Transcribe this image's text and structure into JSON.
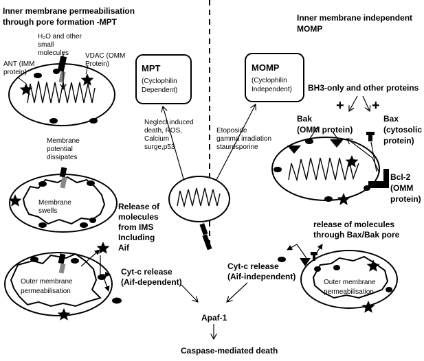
{
  "left_title": [
    "Inner membrane permeabilisation",
    "through pore formation -MPT"
  ],
  "right_title": [
    "Inner membrane independent",
    "MOMP"
  ],
  "ant_label": [
    "ANT (IMM",
    "protein)"
  ],
  "h2o_label": [
    "H₂O and other",
    "small",
    "molecules"
  ],
  "vdac_label": [
    "VDAC (OMM",
    "Protein)"
  ],
  "mpt_box": [
    "MPT",
    "(Cyclophilin",
    "Dependent)"
  ],
  "momp_box": [
    "MOMP",
    "(Cyclophilin",
    "Independent)"
  ],
  "mpt_triggers": [
    "Neglect induced",
    "death, ROS,",
    "Calcium",
    "surge,p53"
  ],
  "momp_triggers": [
    "Etoposide",
    "gamma irradiation",
    "staurosporine"
  ],
  "membrane_potential": [
    "Membrane",
    "potential",
    "dissipates"
  ],
  "membrane_swells": [
    "Membrane",
    "swells"
  ],
  "release_ims": [
    "Release of",
    "molecules",
    "from IMS",
    "Including",
    "Aif"
  ],
  "outer_perm_left": [
    "Outer membrane",
    "permeabilisation"
  ],
  "cytc_left": [
    "Cyt-c release",
    "(Aif-dependent)"
  ],
  "cytc_right": [
    "Cyt-c release",
    "(Aif-independent)"
  ],
  "bh3": "BH3-only and other proteins",
  "plus": "+",
  "bak": [
    "Bak",
    "(OMM protein)"
  ],
  "bax": [
    "Bax",
    "(cytosolic",
    "protein)"
  ],
  "bcl2": [
    "Bcl-2",
    "(OMM",
    "protein)"
  ],
  "release_pore": [
    "release of molecules",
    "through Bax/Bak pore"
  ],
  "outer_perm_right": [
    "Outer membrane",
    "permeabilisation"
  ],
  "apaf": "Apaf-1",
  "caspase": "Caspase-mediated death"
}
